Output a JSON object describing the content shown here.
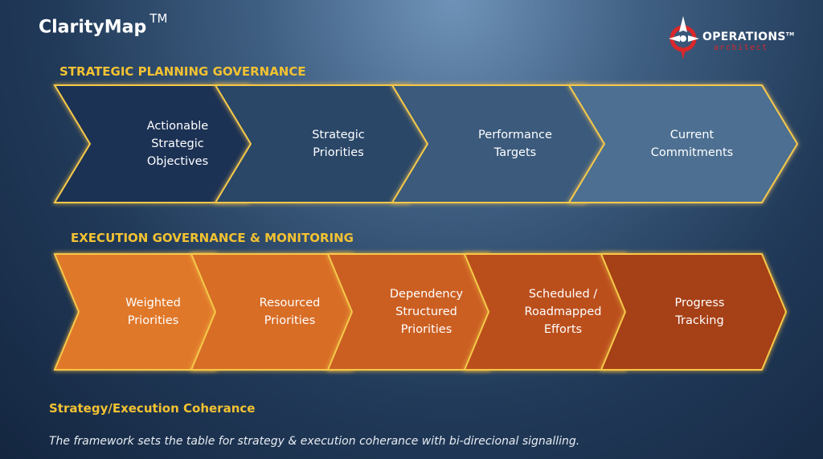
{
  "app": {
    "name": "ClarityMap",
    "trademark": "TM"
  },
  "logo": {
    "name": "OPERATIONS",
    "trademark": "TM",
    "subtitle": "architect"
  },
  "strategic": {
    "heading": "STRATEGIC PLANNING GOVERNANCE",
    "steps": [
      {
        "label": "Actionable\nStrategic\nObjectives"
      },
      {
        "label": "Strategic\nPriorities"
      },
      {
        "label": "Performance\nTargets"
      },
      {
        "label": "Current\nCommitments"
      }
    ]
  },
  "execution": {
    "heading": "EXECUTION GOVERNANCE & MONITORING",
    "steps": [
      {
        "label": "Weighted\nPriorities"
      },
      {
        "label": "Resourced\nPriorities"
      },
      {
        "label": "Dependency\nStructured\nPriorities"
      },
      {
        "label": "Scheduled /\nRoadmapped\nEfforts"
      },
      {
        "label": "Progress\nTracking"
      }
    ]
  },
  "footer": {
    "heading": "Strategy/Execution Coherance",
    "text": "The framework sets the table for strategy & execution coherance with bi-direcional signalling."
  },
  "colors": {
    "heading": "#f3c232",
    "glow": "#f6c94a",
    "strategic_gradient": [
      "#1e3354",
      "#2c4668",
      "#3b5a7c",
      "#4d6f92"
    ],
    "execution_gradient": [
      "#e0782c",
      "#d86d26",
      "#cb5f21",
      "#bb4f1b",
      "#a63f15"
    ]
  }
}
